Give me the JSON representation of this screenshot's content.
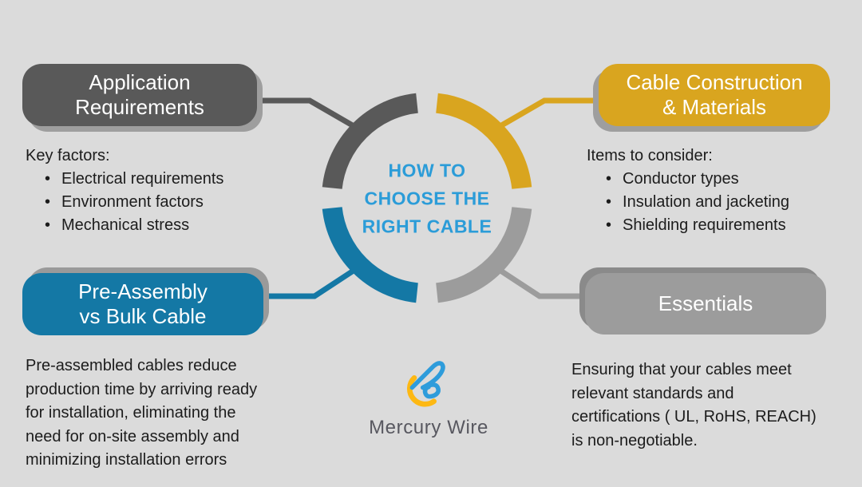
{
  "title": {
    "text": "HOW TO\nCHOOSE THE\nRIGHT CABLE"
  },
  "sections": {
    "application": {
      "heading": "Application\nRequirements",
      "intro": "Key factors:",
      "bullets": [
        "Electrical requirements",
        " Environment factors",
        "Mechanical stress"
      ]
    },
    "construction": {
      "heading": "Cable Construction\n& Materials",
      "intro": "Items to consider:",
      "bullets": [
        "Conductor types",
        "Insulation and jacketing",
        "Shielding requirements"
      ]
    },
    "preassembly": {
      "heading": "Pre-Assembly\nvs Bulk Cable",
      "body": "Pre-assembled cables reduce\nproduction time by arriving ready\nfor installation, eliminating the\nneed for on-site assembly and\nminimizing installation errors"
    },
    "essentials": {
      "heading": "Essentials",
      "body": " Ensuring that your cables meet\nrelevant standards and\ncertifications ( UL, RoHS, REACH)\nis non-negotiable."
    }
  },
  "logo": {
    "name": "Mercury Wire"
  },
  "colors": {
    "background": "#DBDBDB",
    "dark_gray": "#595959",
    "yellow": "#D9A51F",
    "blue": "#1478A5",
    "light_gray": "#9C9C9C",
    "title_blue": "#2B9CD8",
    "body_text": "#1C1C1C",
    "logo_blue": "#2E9CDB",
    "logo_yellow": "#FDB813",
    "logo_text": "#585860"
  }
}
